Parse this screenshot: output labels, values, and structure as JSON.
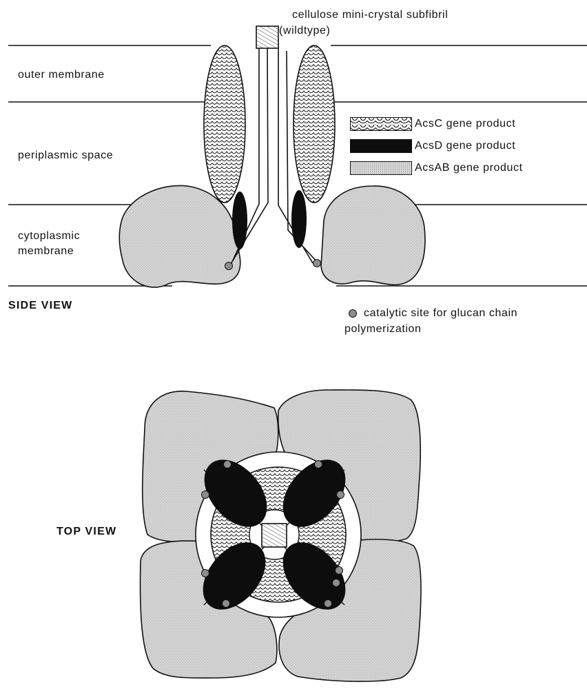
{
  "labels": {
    "subfibril_line1": "cellulose mini-crystal subfibril",
    "subfibril_line2": "(wildtype)",
    "outer_membrane": "outer membrane",
    "periplasmic_space": "periplasmic space",
    "cytoplasmic_line1": "cytoplasmic",
    "cytoplasmic_line2": "membrane",
    "side_view": "SIDE VIEW",
    "top_view": "TOP VIEW"
  },
  "legend": {
    "acsc": "AcsC gene product",
    "acsd": "AcsD gene product",
    "acsab": "AcsAB gene product",
    "catalytic_line1": "catalytic site for glucan chain",
    "catalytic_line2": "polymerization"
  },
  "colors": {
    "line": "#111111",
    "acsab_fill": "#d9d9d9",
    "acsd_fill": "#0d0d0d",
    "catalytic_fill": "#8a8a8a",
    "background": "#ffffff"
  }
}
